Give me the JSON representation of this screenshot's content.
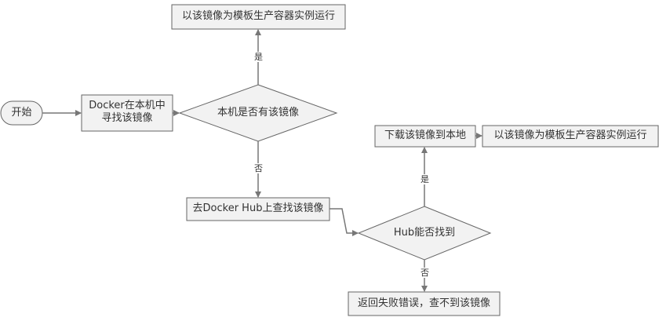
{
  "flowchart": {
    "start": "开始",
    "search_local": [
      "Docker在本机中",
      "寻找该镜像"
    ],
    "check_local": "本机是否有该镜像",
    "run_local": "以该镜像为模板生产容器实例运行",
    "search_hub": "去Docker Hub上查找该镜像",
    "check_hub": "Hub能否找到",
    "download": "下载该镜像到本地",
    "run_downloaded": "以该镜像为模板生产容器实例运行",
    "fail": "返回失败错误，查不到该镜像",
    "edge_yes_local": "是",
    "edge_no_local": "否",
    "edge_yes_hub": "是",
    "edge_no_hub": "否"
  },
  "colors": {
    "node_fill": "#f2f2f2",
    "stroke": "#666666",
    "arrow": "#777777"
  }
}
